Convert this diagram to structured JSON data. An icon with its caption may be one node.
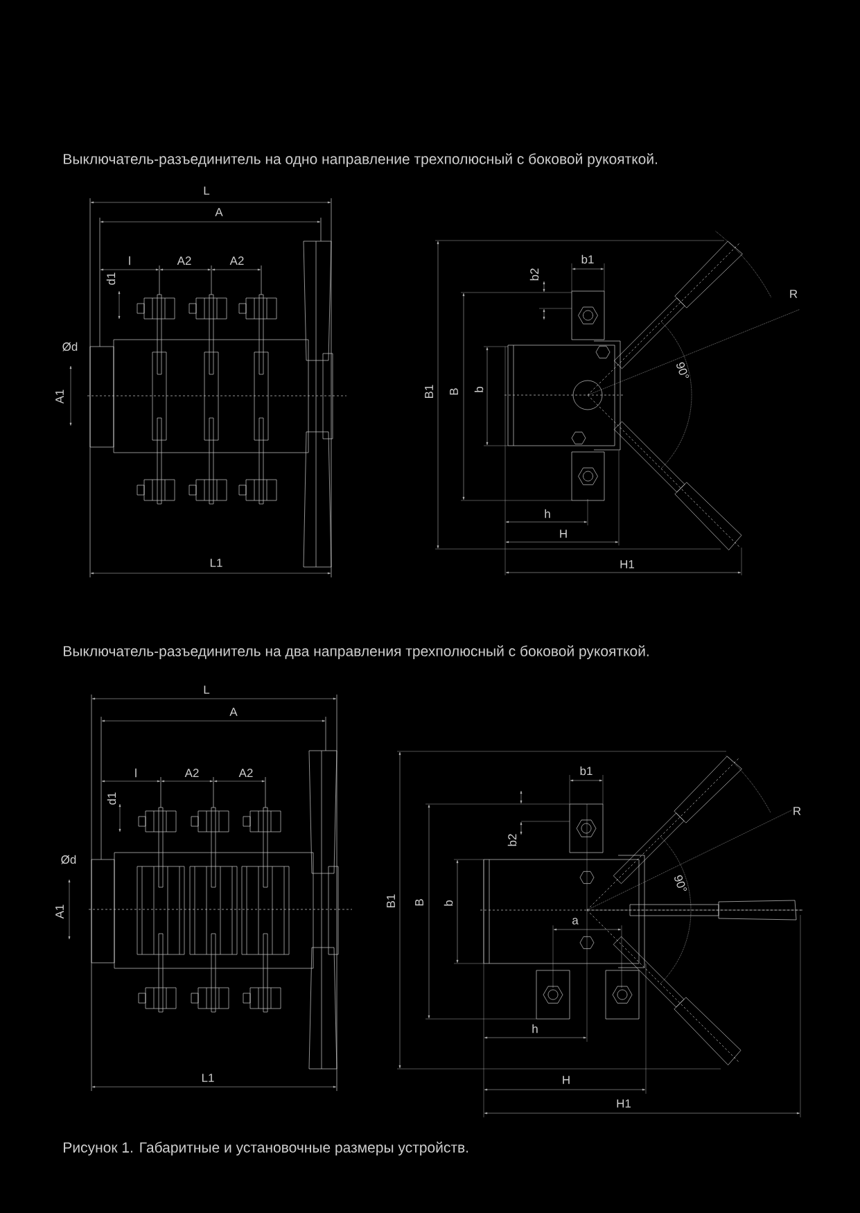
{
  "diagram": {
    "caption": "Рисунок 1. Габаритные и установочные размеры устройств.",
    "labels": [
      "Выключатель-разъединитель на одно направление трехполюсный с боковой рукояткой.",
      "L",
      "A",
      "l",
      "A2",
      "A2",
      "d1",
      "Ød",
      "A1",
      "L1",
      "b2",
      "b1",
      "R",
      "B1",
      "B",
      "b",
      "90°",
      "h",
      "H",
      "H1",
      "Выключатель-разъединитель на два направления трехполюсный с боковой рукояткой.",
      "L",
      "A",
      "l",
      "A2",
      "A2",
      "d1",
      "Ød",
      "A1",
      "L1",
      "b1",
      "R",
      "b2",
      "B1",
      "B",
      "b",
      "90°",
      "a",
      "h",
      "H",
      "H1"
    ]
  }
}
